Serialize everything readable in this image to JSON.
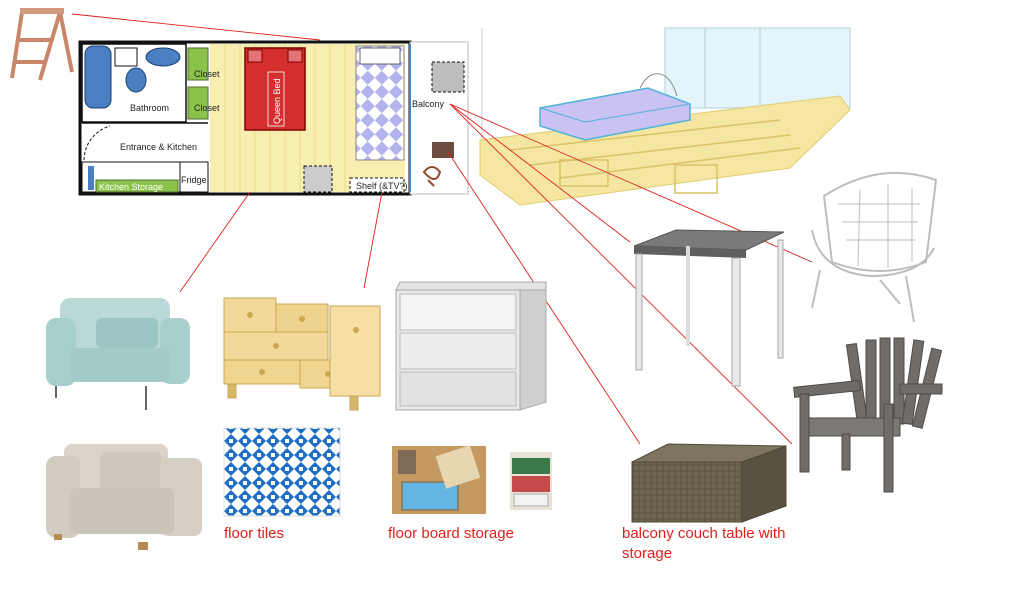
{
  "floorplan": {
    "rooms": {
      "bathroom": "Bathroom",
      "closet_top": "Closet",
      "closet_bottom": "Closet",
      "entrance_kitchen": "Entrance & Kitchen",
      "kitchen_storage": "Kitchen Storage",
      "fridge": "Fridge",
      "queen_bed": "Queen Bed",
      "balcony": "Balcony",
      "shelf": "Shelf (&TV?)"
    }
  },
  "captions": {
    "floor_tiles": "floor tiles",
    "floor_board_storage": "floor board storage",
    "balcony_table": "balcony couch table with storage"
  },
  "colors": {
    "annotation_line": "#e02020",
    "floor_wood": "#f7eeb0",
    "closet_green": "#8bc34a",
    "fixture_blue": "#4a7fc1",
    "bed_red": "#c62828",
    "tile_purple": "#a8a8e8",
    "caption_red": "#e0201c"
  }
}
